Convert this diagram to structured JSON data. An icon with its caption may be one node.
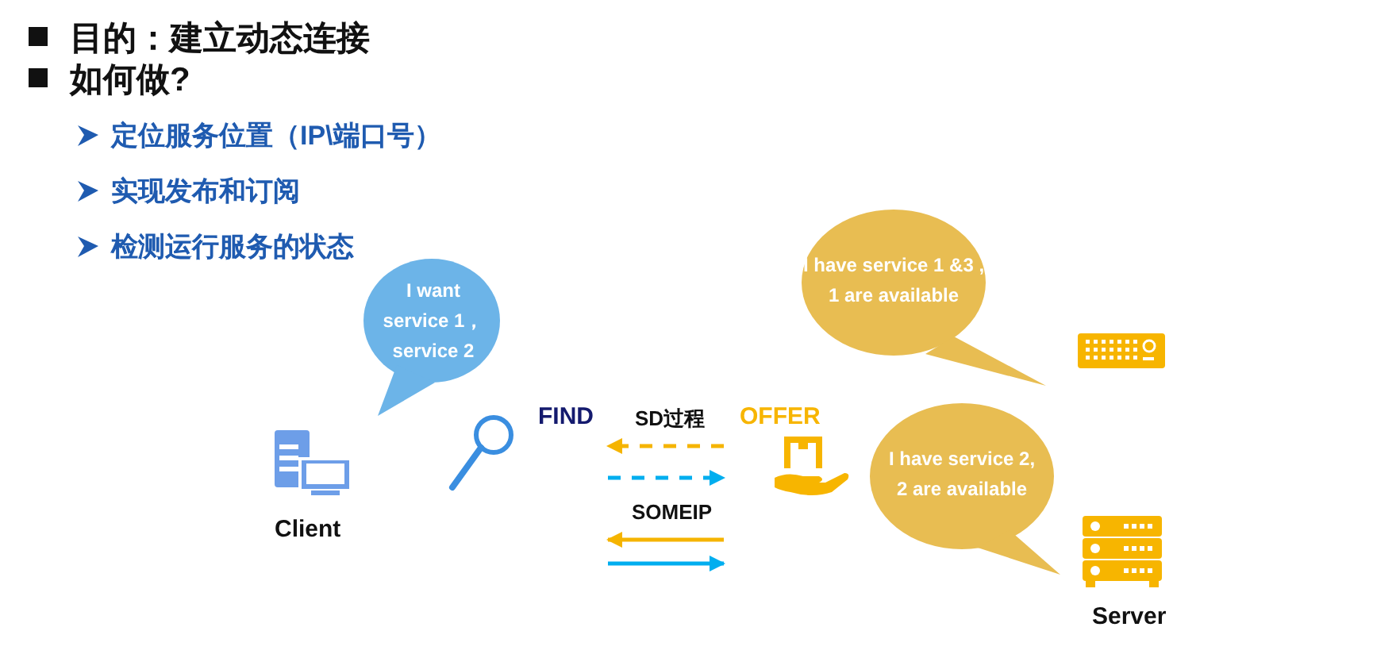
{
  "diagram": {
    "nodes": [
      {
        "text": [
          "I want service 1，service 2"
        ]
      },
      {
        "text": [
          "I have service 1 &3 , 1 are available"
        ]
      },
      {
        "text": [
          "I have service 2, 2 are available"
        ]
      },
      {
        "text": [
          "Client"
        ]
      },
      {
        "text": [
          "Server"
        ]
      },
      {
        "text": [
          "FIND"
        ]
      },
      {
        "text": [
          "OFFER"
        ]
      }
    ],
    "edges": [
      {
        "from": 6,
        "to": 5,
        "arrow": "to",
        "style": "dashed",
        "color": "#f5b400"
      },
      {
        "from": 5,
        "to": 6,
        "arrow": "to",
        "style": "dashed",
        "color": "#00aeef"
      },
      {
        "from": 6,
        "to": 5,
        "arrow": "to",
        "color": "#f5b400"
      },
      {
        "from": 5,
        "to": 6,
        "arrow": "to",
        "color": "#00aeef"
      }
    ],
    "labels": [
      "目的：建立动态连接",
      "如何做?",
      "定位服务位置（IP\\端口号）",
      "实现发布和订阅",
      "检测运行服务的状态",
      "SD过程",
      "SOMEIP"
    ]
  }
}
